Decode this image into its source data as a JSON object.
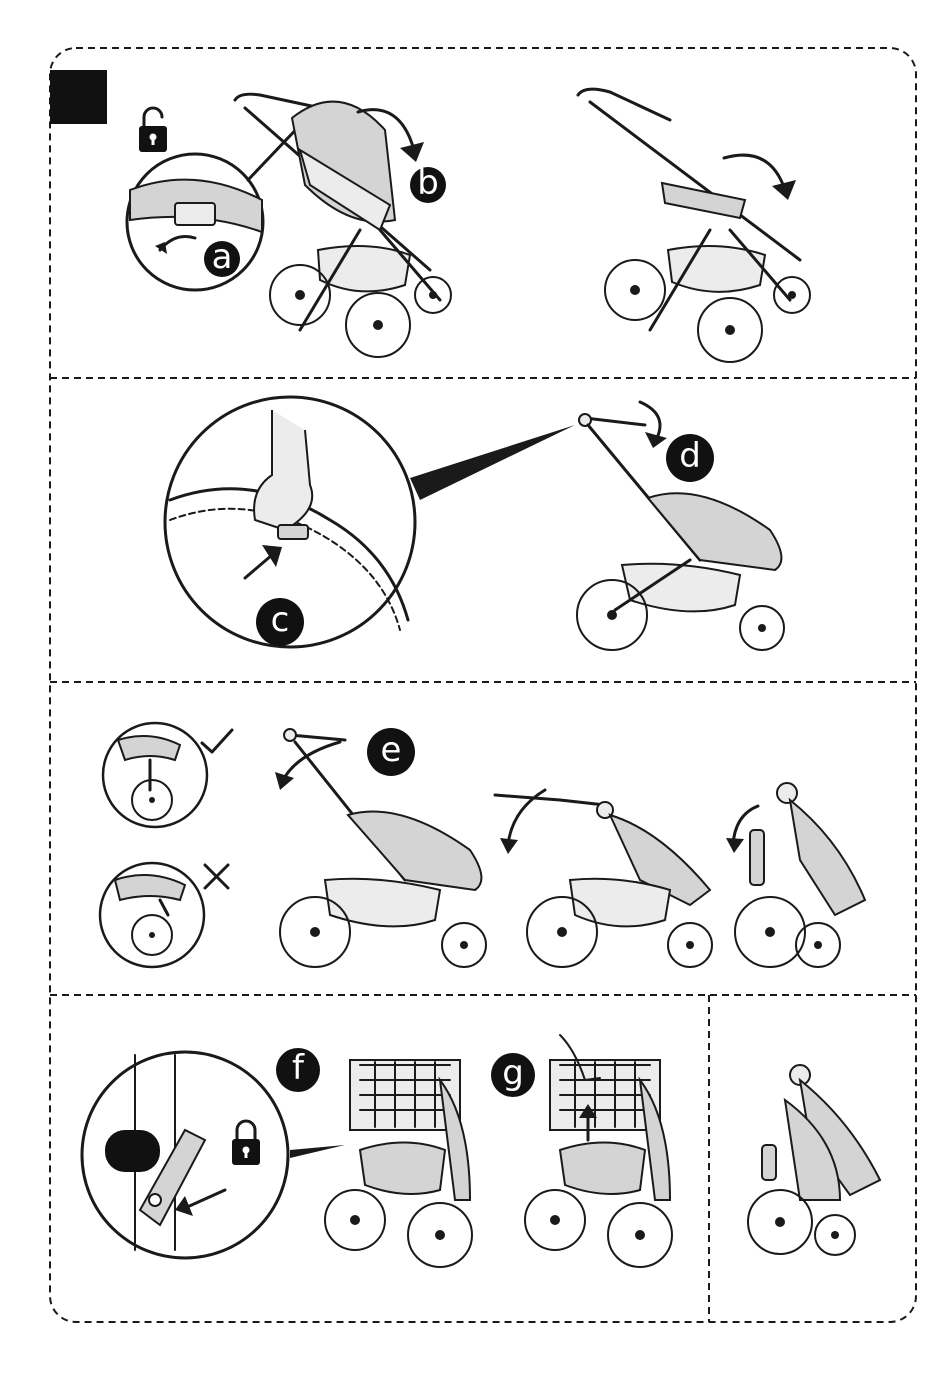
{
  "header": {
    "marker_color": "#111111"
  },
  "steps": [
    {
      "id": "a",
      "label": "a"
    },
    {
      "id": "b",
      "label": "b"
    },
    {
      "id": "c",
      "label": "c"
    },
    {
      "id": "d",
      "label": "d"
    },
    {
      "id": "e",
      "label": "e"
    },
    {
      "id": "f",
      "label": "f"
    },
    {
      "id": "g",
      "label": "g"
    }
  ],
  "icons": {
    "unlock": "unlock-icon",
    "lock": "lock-icon",
    "correct": "check-icon",
    "incorrect": "cross-icon"
  },
  "colors": {
    "ink": "#1a1a1a",
    "fabric": "#d4d4d4",
    "badge": "#111111"
  }
}
